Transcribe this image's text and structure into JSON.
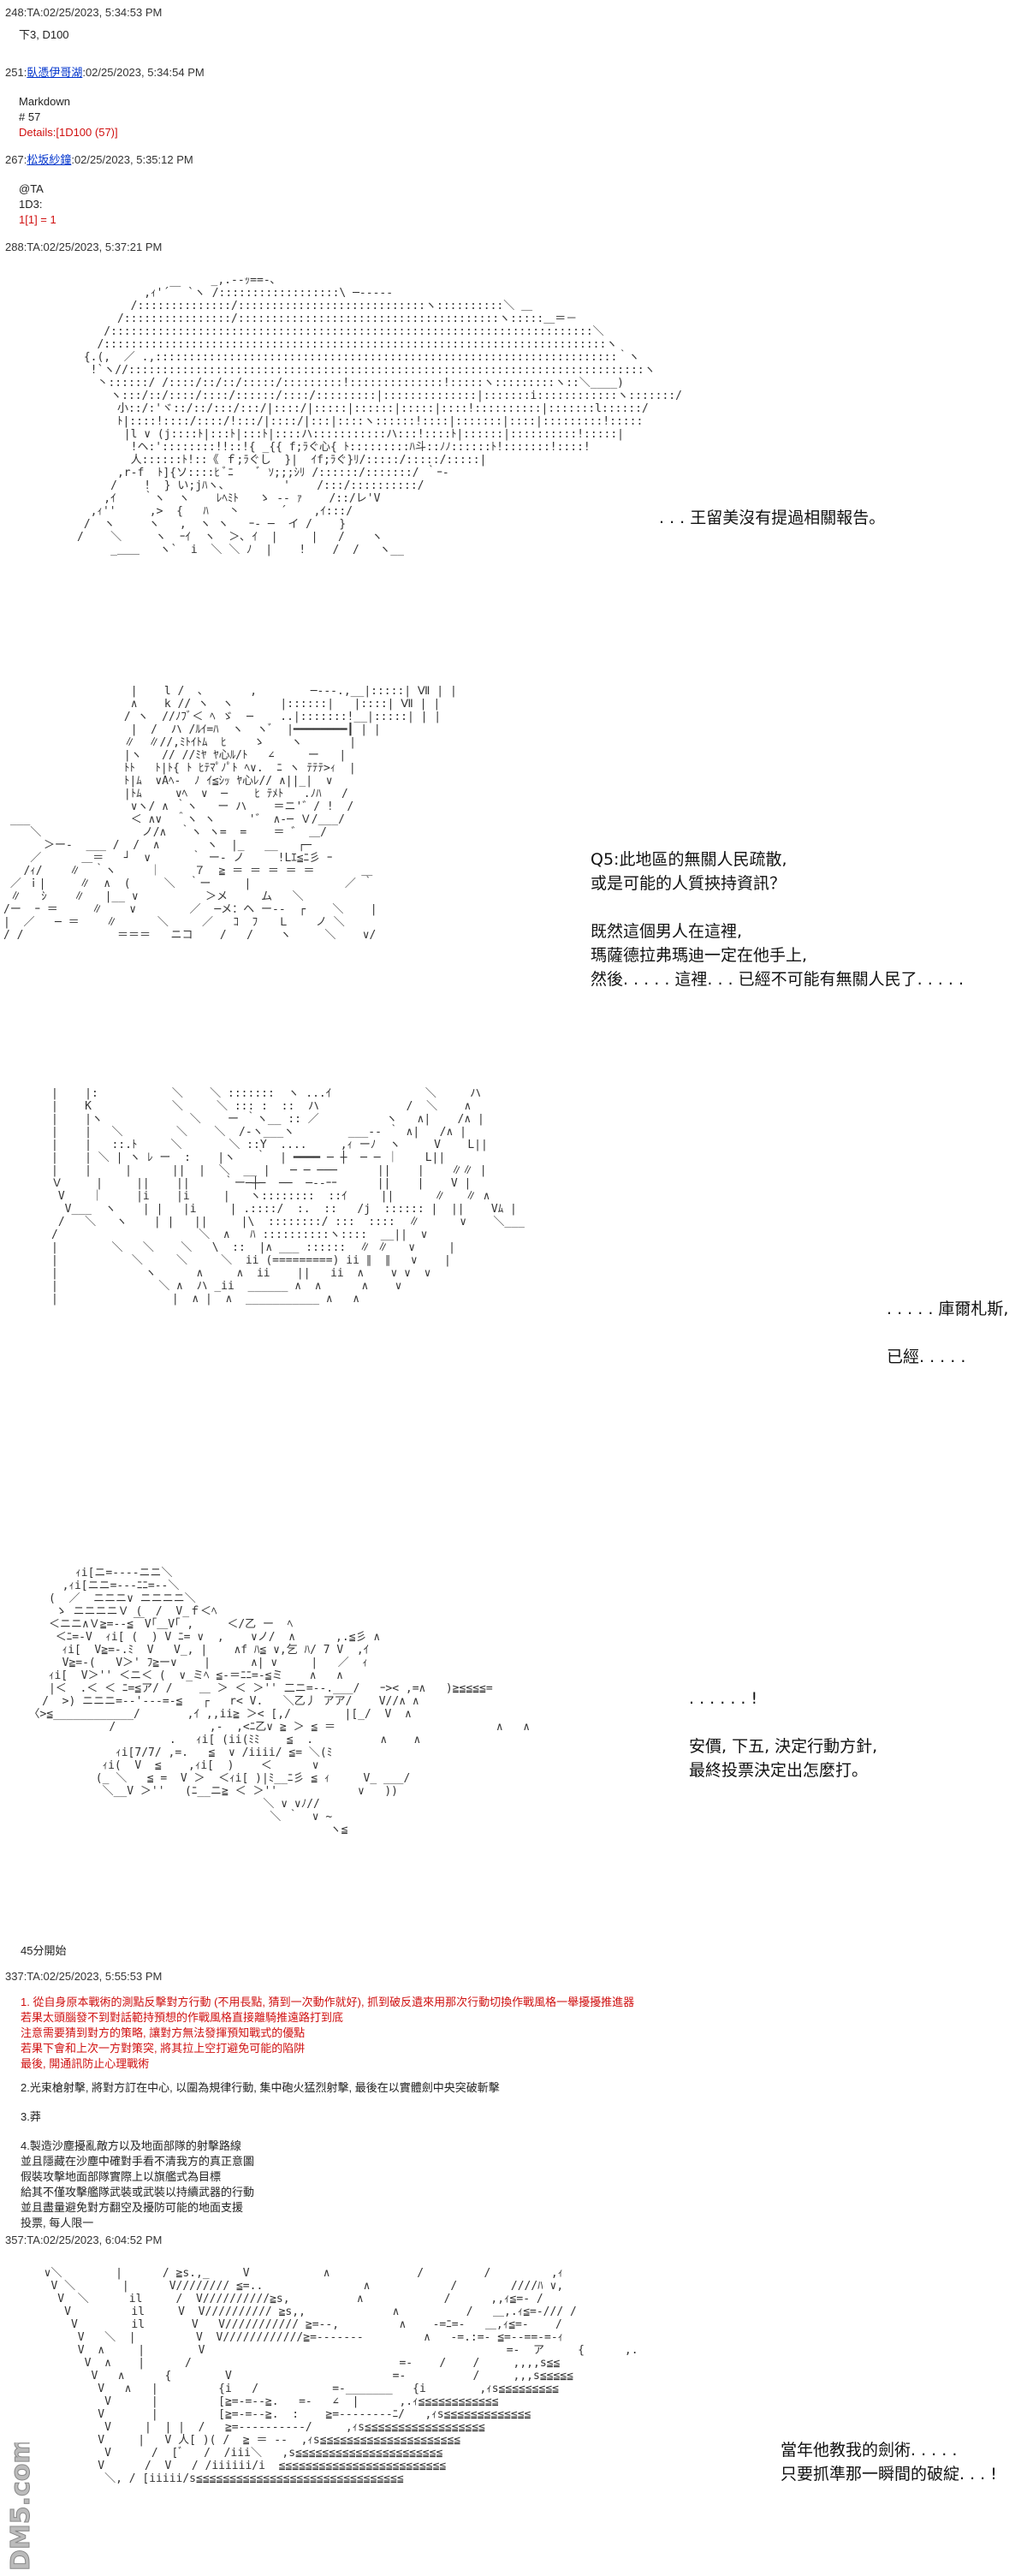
{
  "posts": {
    "p248": {
      "header": "248:TA:02/25/2023, 5:34:53 PM",
      "line1": "下3, D100"
    },
    "p251": {
      "num": "251:",
      "name": "臥憑伊哥湖",
      "time": ":02/25/2023, 5:34:54 PM",
      "line1": "Markdown",
      "line2": "# 57",
      "line3": "Details:[1D100 (57)]"
    },
    "p267": {
      "num": "267:",
      "name": "松坂紗鐘",
      "time": ":02/25/2023, 5:35:12 PM",
      "line1": "@TA",
      "line2": "1D3:",
      "line3": "1[1] = 1"
    },
    "p288": {
      "header": "288:TA:02/25/2023, 5:37:21 PM"
    },
    "p337": {
      "header": "337:TA:02/25/2023, 5:55:53 PM",
      "red_lines": [
        "1. 從自身原本戰術的測點反擊對方行動 (不用長點, 猜到一次動作就好), 抓到破反遺來用那次行動切換作戰風格一舉擾擾推進器",
        "若果太頭腦發不到對話範持預想的作戰風格直接離騎推遠路打到底",
        "注意需要猜到對方的策略, 讓對方無法發揮預知戰式的優點",
        "若果下會和上次一方對策突, 將其拉上空打避免可能的陷阱",
        "最後, 開通訊防止心理戰術"
      ],
      "opt2": "2.光束槍射擊, 將對方訂在中心, 以圍為規律行動, 集中砲火猛烈射擊, 最後在以實體劍中央突破斬擊",
      "opt3": "3.莽",
      "opt4_lines": [
        "4.製造沙塵擾亂敵方以及地面部隊的射擊路線",
        "並且隱藏在沙塵中確對手看不清我方的真正意圖",
        "假裝攻擊地面部隊實際上以旗艦式為目標",
        "給其不僅攻擊艦隊武裝或武裝以持續武器的行動",
        "並且盡量避免對方翻空及擾防可能的地面支援",
        "投票, 每人限一"
      ]
    },
    "p357": {
      "header": "357:TA:02/25/2023, 6:04:52 PM"
    }
  },
  "captions": {
    "scene1": ". . . 王留美沒有提過相關報告。",
    "scene2_lines": [
      "Q5:此地區的無關人民疏散,",
      "或是可能的人質挾持資訊？",
      "",
      "既然這個男人在這裡,",
      "瑪薩德拉弗瑪迪一定在他手上,",
      "然後. . . . . 這裡. . . 已經不可能有無關人民了. . . . ."
    ],
    "scene3_lines": [
      ". . . . . 庫爾札斯,",
      "",
      "已經. . . . ."
    ],
    "scene4_lines": [
      ". . . . . . !",
      "",
      "安價, 下五, 決定行動方針,",
      "最終投票決定出怎麼打。"
    ],
    "scene5_lines": [
      "當年他教我的劍術. . . . .",
      "只要抓準那一瞬間的破綻. . . !"
    ]
  },
  "timer_note": "45分開始",
  "watermark": "DM5.com",
  "colors": {
    "name_link": "#0033cc",
    "vote_red": "#d01010",
    "text": "#222222"
  }
}
